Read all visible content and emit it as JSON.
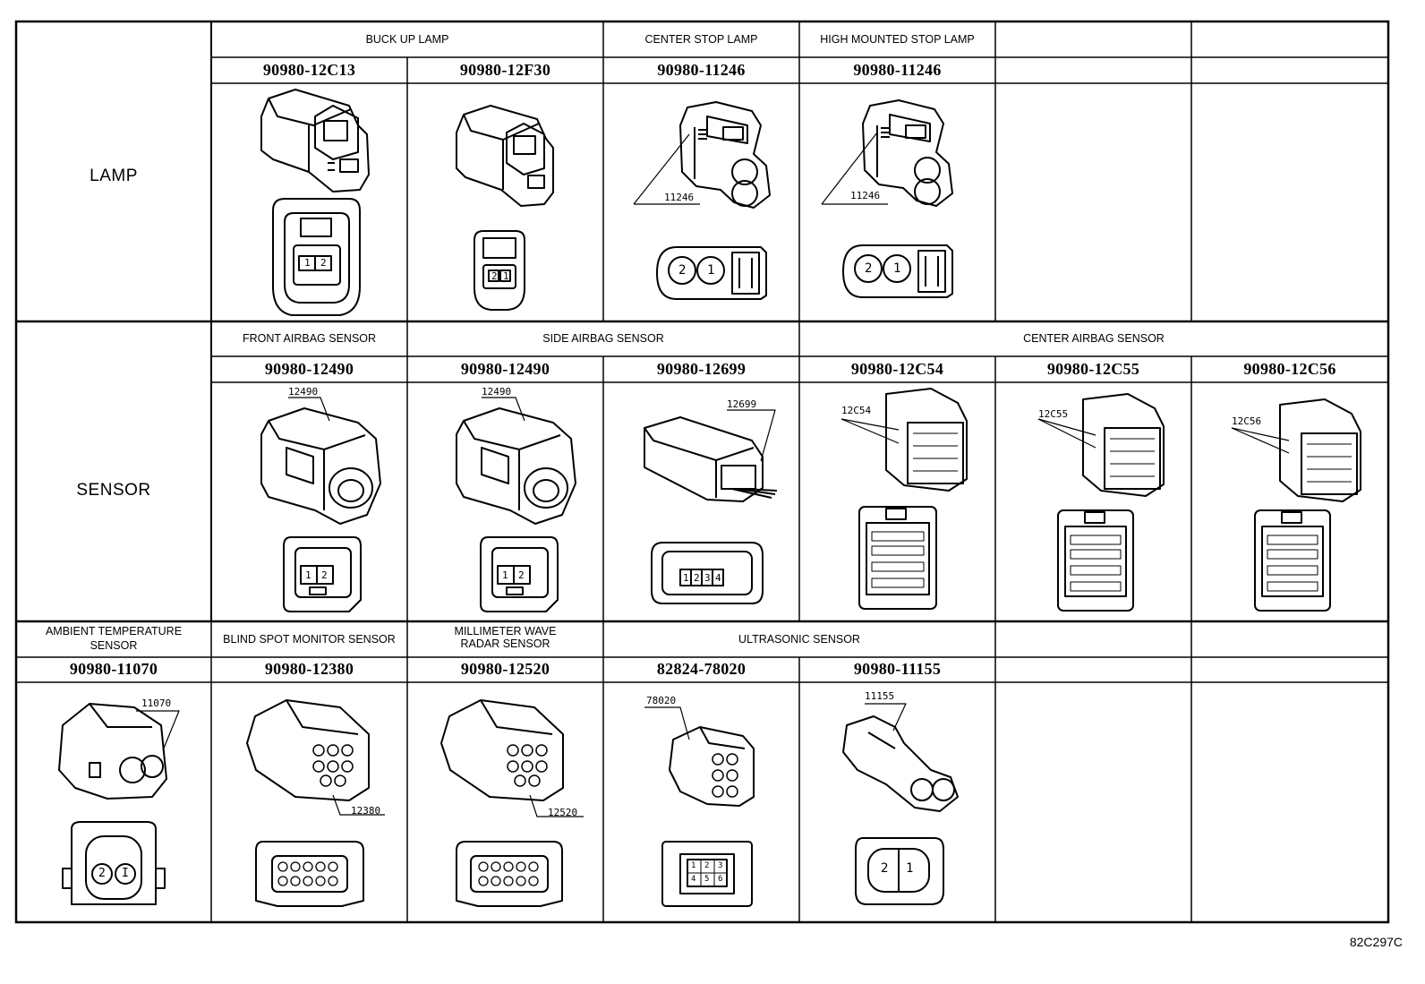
{
  "categories": {
    "lamp": "LAMP",
    "sensor": "SENSOR"
  },
  "sections": {
    "lamp": {
      "headers": {
        "buck_up": "BUCK UP LAMP",
        "center_stop": "CENTER STOP LAMP",
        "high_mounted": "HIGH MOUNTED STOP LAMP"
      },
      "parts": [
        "90980-12C13",
        "90980-12F30",
        "90980-11246",
        "90980-11246"
      ]
    },
    "sensor": {
      "headers": {
        "front_airbag": "FRONT AIRBAG SENSOR",
        "side_airbag": "SIDE AIRBAG SENSOR",
        "center_airbag": "CENTER AIRBAG SENSOR"
      },
      "parts": [
        "90980-12490",
        "90980-12490",
        "90980-12699",
        "90980-12C54",
        "90980-12C55",
        "90980-12C56"
      ]
    },
    "sensor2": {
      "headers": {
        "ambient_line1": "AMBIENT TEMPERATURE",
        "ambient_line2": "SENSOR",
        "blind_spot": "BLIND SPOT MONITOR SENSOR",
        "mmwave_line1": "MILLIMETER WAVE",
        "mmwave_line2": "RADAR SENSOR",
        "ultrasonic": "ULTRASONIC SENSOR"
      },
      "parts": [
        "90980-11070",
        "90980-12380",
        "90980-12520",
        "82824-78020",
        "90980-11155"
      ]
    }
  },
  "callouts": {
    "c11246a": "11246",
    "c11246b": "11246",
    "c12490a": "12490",
    "c12490b": "12490",
    "c12699": "12699",
    "c12c54": "12C54",
    "c12c55": "12C55",
    "c12c56": "12C56",
    "c11070": "11070",
    "c12380": "12380",
    "c12520": "12520",
    "c78020": "78020",
    "c11155": "11155"
  },
  "pins": {
    "p1": "1",
    "p2": "2",
    "p3": "3",
    "p4": "4",
    "p5": "5",
    "p6": "6",
    "pI": "I"
  },
  "drawing_code": "82C297C",
  "colors": {
    "line": "#000000",
    "background": "#ffffff"
  }
}
